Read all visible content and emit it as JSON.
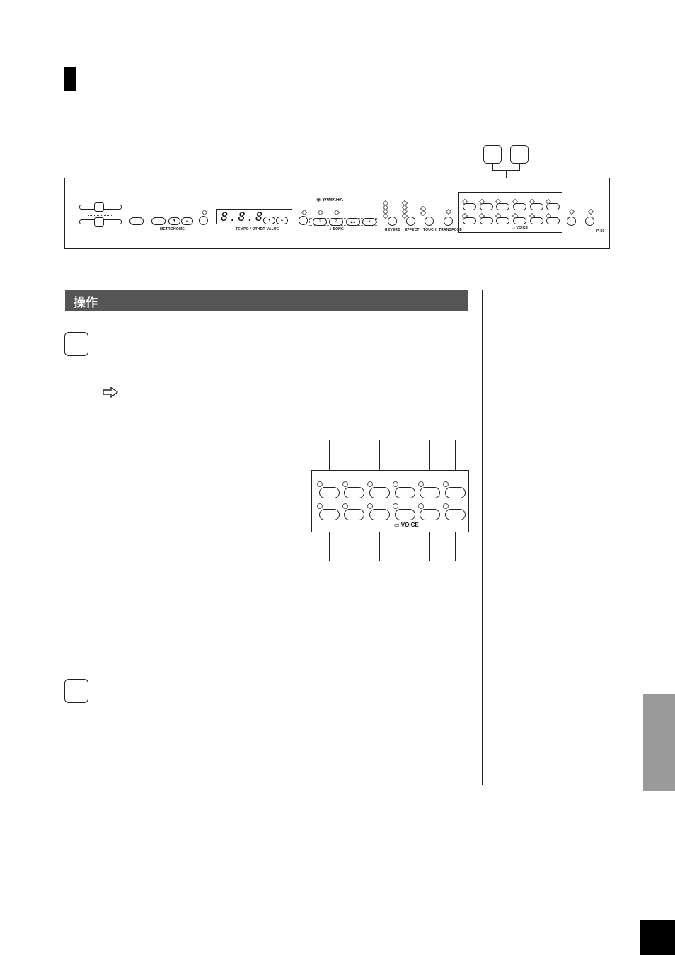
{
  "section": {
    "header": "操作"
  },
  "panel": {
    "brand": "YAMAHA",
    "display_digits": "8.8.8.",
    "labels": {
      "metronome": "METRONOME",
      "tempo": "TEMPO / OTHER VALUE",
      "song": "SONG",
      "reverb": "REVERB",
      "effect": "EFFECT",
      "touch": "TOUCH",
      "transpose": "TRANSPOSE",
      "voice": "VOICE",
      "model": "P-80"
    },
    "buttons": {
      "down": "▼",
      "up": "▲",
      "song1": "1",
      "song2": "2",
      "play_stop": "▶/■",
      "record": "●"
    }
  },
  "voice_detail": {
    "label": "VOICE"
  },
  "icons": {
    "arrow": "arrow-outline-icon",
    "note": "music-note-icon",
    "piano": "piano-icon"
  }
}
